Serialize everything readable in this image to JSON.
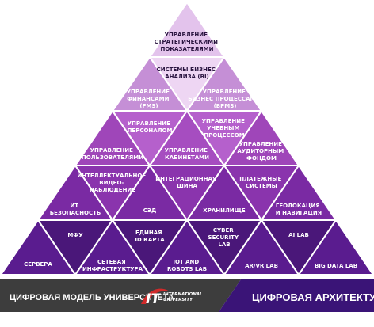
{
  "pyramid": {
    "row1": {
      "apex": [
        "УПРАВЛЕНИЕ",
        "СТРАТЕГИЧЕСКИМИ",
        "ПОКАЗАТЕЛЯМИ"
      ]
    },
    "row2": {
      "left": [
        "УПРАВЛЕНИЕ",
        "ФИНАНСАМИ",
        "(FMS)"
      ],
      "center": [
        "СИСТЕМЫ БИЗНЕС",
        "АНАЛИЗА (BI)"
      ],
      "right": [
        "УПРАВЛЕНИЕ",
        "БИЗНЕС ПРОЦЕССАМИ",
        "(BPMS)"
      ]
    },
    "row3": {
      "c1": [
        "УПРАВЛЕНИЕ",
        "ПОЛЬЗОВАТЕЛЯМИ"
      ],
      "c2": [
        "УПРАВЛЕНИЕ",
        "ПЕРСОНАЛОМ"
      ],
      "c3": [
        "УПРАВЛЕНИЕ",
        "КАБИНЕТАМИ"
      ],
      "c4": [
        "УПРАВЛЕНИЕ",
        "УЧЕБНЫМ",
        "ПРОЦЕССОМ"
      ],
      "c5": [
        "УПРАВЛЕНИЕ",
        "АУДИТОРНЫМ",
        "ФОНДОМ"
      ]
    },
    "row4": {
      "c1": [
        "ИТ",
        "БЕЗОПАСНОСТЬ"
      ],
      "c2": [
        "ИНТЕЛЛЕКТУАЛЬНОЕ",
        "ВИДЕО-",
        "НАБЛЮДЕНИЕ"
      ],
      "c3": [
        "СЭД"
      ],
      "c4": [
        "ИНТЕГРАЦИОННАЯ",
        "ШИНА"
      ],
      "c5": [
        "ХРАНИЛИЩЕ"
      ],
      "c6": [
        "ПЛАТЕЖНЫЕ",
        "СИСТЕМЫ"
      ],
      "c7": [
        "ГЕОЛОКАЦИЯ",
        "И НАВИГАЦИЯ"
      ]
    },
    "row5": {
      "c1": [
        "СЕРВЕРА"
      ],
      "c2": [
        "МФУ"
      ],
      "c3": [
        "СЕТЕВАЯ",
        "ИНФРАСТРУКТУРА"
      ],
      "c4": [
        "ЕДИНАЯ",
        "ID КАРТА"
      ],
      "c5": [
        "IOT AND",
        "ROBOTS LAB"
      ],
      "c6": [
        "CYBER",
        "SECURITY",
        "LAB"
      ],
      "c7": [
        "AR/VR LAB"
      ],
      "c8": [
        "AI LAB"
      ],
      "c9": [
        "BIG DATA LAB"
      ]
    }
  },
  "banner": {
    "left_text": "ЦИФРОВАЯ МОДЕЛЬ УНИВЕРСИТЕТА",
    "right_text": "ЦИФРОВАЯ АРХИТЕКТУРА",
    "logo_mark": "IT",
    "logo_line1": "INTERNATIONAL",
    "logo_line2": "UNIVERSITY"
  },
  "colors": {
    "row1": "#e6c8ee",
    "row2_light": "#eed6f3",
    "row2_mid": "#c08bd2",
    "row3": "#b25cc9",
    "row3_alt": "#9c43b7",
    "row4": "#8933b0",
    "row4_alt": "#7428a0",
    "row5": "#5d1e93",
    "row5_alt": "#4b187d",
    "banner_left": "#3a3a3a",
    "banner_right": "#3b1378"
  }
}
